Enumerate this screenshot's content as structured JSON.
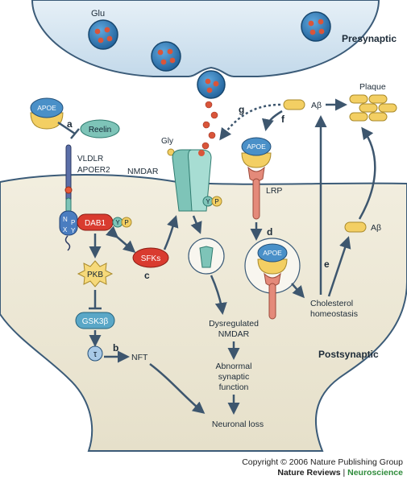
{
  "labels": {
    "presynaptic": "Presynaptic",
    "postsynaptic": "Postsynaptic",
    "glu": "Glu",
    "gly": "Gly",
    "nmdar": "NMDAR",
    "plaque": "Plaque",
    "abeta_top": "Aβ",
    "abeta_right": "Aβ",
    "apoe_left": "APOE",
    "apoe_mid": "APOE",
    "apoe_low": "APOE",
    "reelin": "Reelin",
    "vldlr": "VLDLR",
    "apoer2": "APOER2",
    "lrp": "LRP",
    "npxy_n": "N",
    "npxy_p": "P",
    "npxy_x": "X",
    "npxy_y": "Y",
    "dab1": "DAB1",
    "y_dab1": "Y",
    "p_dab1": "P",
    "y_nmdar": "Y",
    "p_nmdar": "P",
    "sfks": "SFKs",
    "pkb": "PKB",
    "gsk3b": "GSK3β",
    "tau": "τ",
    "nft": "NFT",
    "dysregulated_1": "Dysregulated",
    "dysregulated_2": "NMDAR",
    "abnormal_1": "Abnormal",
    "abnormal_2": "synaptic",
    "abnormal_3": "function",
    "neuronal_loss": "Neuronal loss",
    "cholesterol_1": "Cholesterol",
    "cholesterol_2": "homeostasis"
  },
  "step_letters": {
    "a": "a",
    "b": "b",
    "c": "c",
    "d": "d",
    "e": "e",
    "f": "f",
    "g": "g"
  },
  "footer": {
    "copyright": "Copyright © 2006 Nature Publishing Group",
    "brand": "Nature Reviews",
    "separator": " | ",
    "journal": "Neuroscience"
  },
  "colors": {
    "presynaptic_fill": "#cfe1ee",
    "postsynaptic_fill": "#ece7d5",
    "membrane": "#3b5b78",
    "vesicle": "#2d79b8",
    "glutamate": "#d9553a",
    "apoe_blue": "#4a90c8",
    "apoe_yellow": "#f3cf63",
    "receptor_teal": "#7ec4b8",
    "lrp_red": "#e48a7a",
    "dab1_red": "#d93b2f",
    "arrow": "#3d566e",
    "journal_green": "#2e8b3a"
  }
}
